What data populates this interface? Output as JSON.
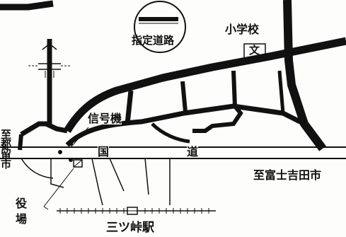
{
  "legend": {
    "label": "指定道路",
    "line_color": "#111111"
  },
  "labels": {
    "school": "小学校",
    "school_symbol": "文",
    "signal": "信号機",
    "national_road_char1": "国",
    "national_road_char2": "道",
    "to_fujiyoshida": "至富士吉田市",
    "to_tsuru": "至都留市",
    "town_office_char1": "役",
    "town_office_char2": "場",
    "station": "三ツ峠駅"
  },
  "colors": {
    "road": "#111111",
    "ink": "#111111",
    "paper": "#fdfdfb"
  },
  "icons": [
    "school-symbol-icon",
    "traffic-signal-icon",
    "railway-icon",
    "compass-legend-icon"
  ]
}
